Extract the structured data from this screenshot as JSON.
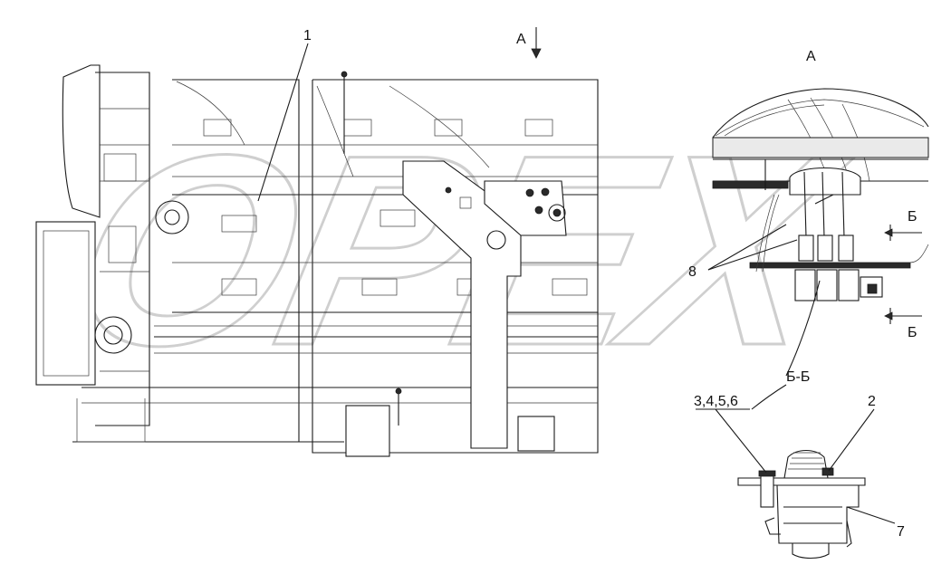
{
  "watermark": "OPEX",
  "labels": {
    "callout_1": "1",
    "view_a_arrow": "А",
    "view_a_title": "А",
    "callout_8": "8",
    "section_mark_top": "Б",
    "section_mark_bottom": "Б",
    "section_title": "Б-Б",
    "callout_3456": "3,4,5,6",
    "callout_2": "2",
    "callout_7": "7"
  }
}
